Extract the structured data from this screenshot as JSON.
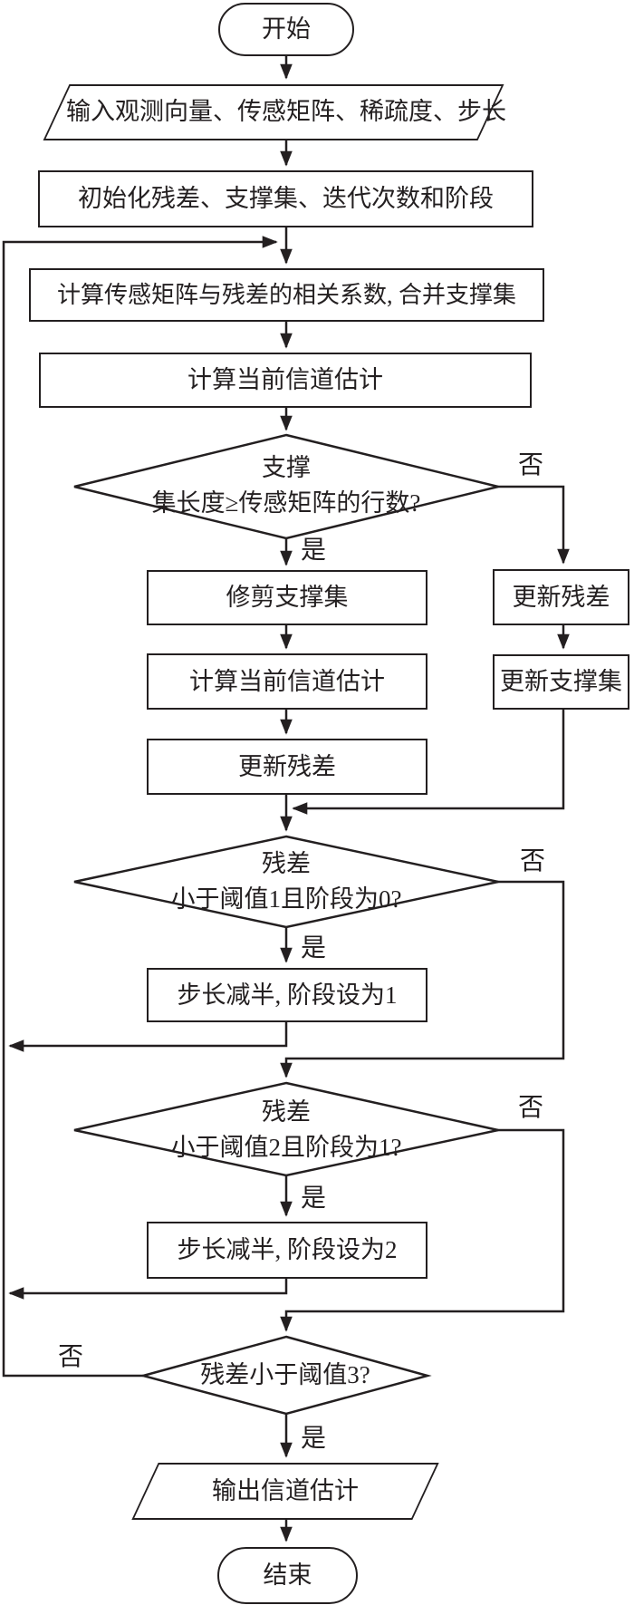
{
  "diagram": {
    "type": "flowchart",
    "colors": {
      "line": "#231f20",
      "background": "#ffffff",
      "text": "#231f20"
    },
    "nodes": {
      "start": {
        "shape": "terminator",
        "label": "开始"
      },
      "input": {
        "shape": "parallelogram",
        "label": "输入观测向量、传感矩阵、稀疏度、步长"
      },
      "init": {
        "shape": "process",
        "label": "初始化残差、支撑集、迭代次数和阶段"
      },
      "correlate": {
        "shape": "process",
        "label": "计算传感矩阵与残差的相关系数, 合并支撑集"
      },
      "estimate1": {
        "shape": "process",
        "label": "计算当前信道估计"
      },
      "decision_support": {
        "shape": "decision",
        "line1": "支撑",
        "line2": "集长度≥传感矩阵的行数?"
      },
      "prune": {
        "shape": "process",
        "label": "修剪支撑集"
      },
      "estimate2": {
        "shape": "process",
        "label": "计算当前信道估计"
      },
      "update_residual_main": {
        "shape": "process",
        "label": "更新残差"
      },
      "update_residual_right": {
        "shape": "process",
        "label": "更新残差"
      },
      "update_support_right": {
        "shape": "process",
        "label": "更新支撑集"
      },
      "decision_threshold1": {
        "shape": "decision",
        "line1": "残差",
        "line2": "小于阈值1且阶段为0?"
      },
      "halve_step_1": {
        "shape": "process",
        "label": "步长减半, 阶段设为1"
      },
      "decision_threshold2": {
        "shape": "decision",
        "line1": "残差",
        "line2": "小于阈值2且阶段为1?"
      },
      "halve_step_2": {
        "shape": "process",
        "label": "步长减半, 阶段设为2"
      },
      "decision_threshold3": {
        "shape": "decision",
        "label": "残差小于阈值3?"
      },
      "output": {
        "shape": "parallelogram",
        "label": "输出信道估计"
      },
      "end": {
        "shape": "terminator",
        "label": "结束"
      }
    },
    "edge_labels": {
      "yes": "是",
      "no": "否"
    }
  }
}
